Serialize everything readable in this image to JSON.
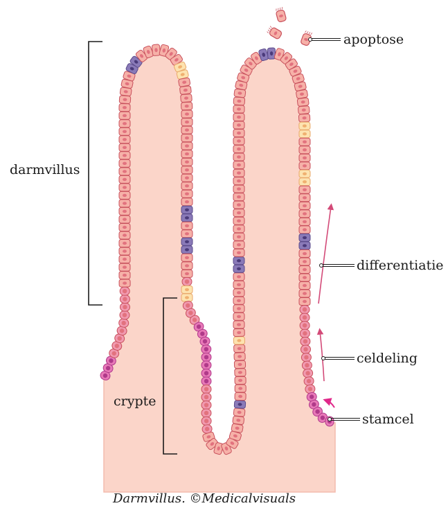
{
  "labels": {
    "apoptose": "apoptose",
    "darmvillus": "darmvillus",
    "differentiatie": "differentiatie",
    "celdeling": "celdeling",
    "crypte": "crypte",
    "stamcel": "stamcel"
  },
  "caption": "Darmvillus. ©Medicalvisuals",
  "colors": {
    "tissue": "#fbd5c9",
    "tissue_edge": "#f3bcad",
    "enterocyte_fill": "#f6b1a8",
    "enterocyte_stroke": "#c8505c",
    "crypt_cell_fill": "#f19ab0",
    "stem_cell_fill": "#e879b8",
    "stem_cell_stroke": "#b03a8a",
    "goblet_fill": "#8a7ab8",
    "goblet_stroke": "#5a4a8a",
    "enteroendocrine_fill": "#fde3b0",
    "arrow": "#d34a78",
    "stem_arrow": "#e0288a",
    "bracket": "#1a1a1a"
  }
}
